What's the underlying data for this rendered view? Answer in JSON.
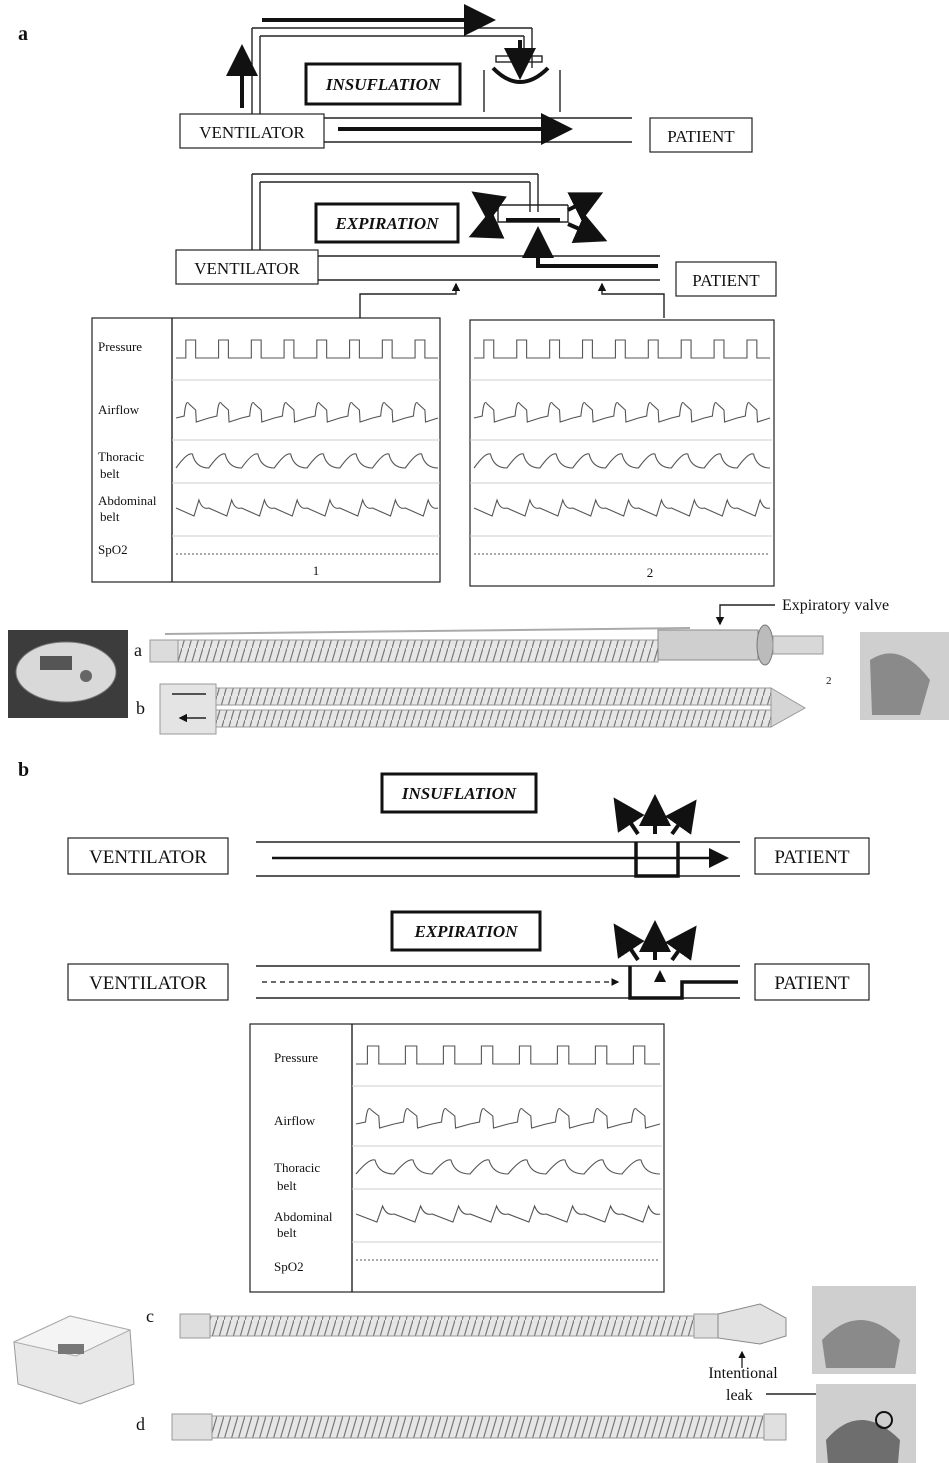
{
  "panel_a": {
    "panel_label": "a",
    "insufflation_label": "INSUFLATION",
    "expiration_label": "EXPIRATION",
    "ventilator_label": "VENTILATOR",
    "patient_label": "PATIENT",
    "recordings": {
      "channels": [
        "Pressure",
        "Airflow",
        "Thoracic belt",
        "Abdominal belt",
        "SpO2"
      ],
      "chart_numbers": [
        "1",
        "2"
      ]
    },
    "photos": {
      "expiratory_valve_label": "Expiratory valve",
      "row_a": "a",
      "row_b": "b",
      "tube_mark": "2"
    }
  },
  "panel_b": {
    "panel_label": "b",
    "insufflation_label": "INSUFLATION",
    "expiration_label": "EXPIRATION",
    "ventilator_label": "VENTILATOR",
    "patient_label": "PATIENT",
    "recordings": {
      "channels": [
        "Pressure",
        "Airflow",
        "Thoracic belt",
        "Abdominal belt",
        "SpO2"
      ]
    },
    "photos": {
      "row_c": "c",
      "row_d": "d",
      "intentional_leak_line1": "Intentional",
      "intentional_leak_line2": "leak"
    }
  },
  "colors": {
    "ink": "#111111",
    "trace": "#555555",
    "photo_gray": "#9a9a9a"
  }
}
